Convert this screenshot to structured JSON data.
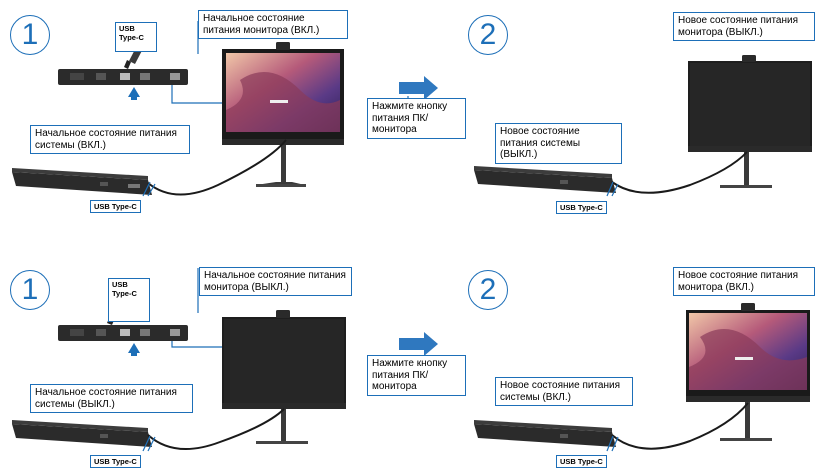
{
  "rows": [
    {
      "step_before": "1",
      "step_after": "2",
      "monitor_before_label": "Начальное состояние питания монитора (ВКЛ.)",
      "system_before_label": "Начальное состояние питания системы (ВКЛ.)",
      "instruction": "Нажмите кнопку питания ПК/ монитора",
      "monitor_after_label": "Новое состояние питания монитора (ВЫКЛ.)",
      "system_after_label": "Новое состояние питания системы (ВЫКЛ.)",
      "usb_top_label": "USB Type-C",
      "usb_dock_label_before": "USB Type-C",
      "usb_dock_label_after": "USB Type-C",
      "monitor_before_screen": "on",
      "monitor_after_screen": "off"
    },
    {
      "step_before": "1",
      "step_after": "2",
      "monitor_before_label": "Начальное состояние питания монитора (ВЫКЛ.)",
      "system_before_label": "Начальное состояние питания системы (ВЫКЛ.)",
      "instruction": "Нажмите кнопку питания ПК/ монитора",
      "monitor_after_label": "Новое состояние питания монитора (ВКЛ.)",
      "system_after_label": "Новое состояние питания системы (ВКЛ.)",
      "usb_top_label": "USB Type-C",
      "usb_dock_label_before": "USB Type-C",
      "usb_dock_label_after": "USB Type-C",
      "monitor_before_screen": "off",
      "monitor_after_screen": "on"
    }
  ],
  "colors": {
    "accent": "#1d6fb8",
    "arrow": "#2f78bf",
    "device": "#2b2b2b"
  }
}
